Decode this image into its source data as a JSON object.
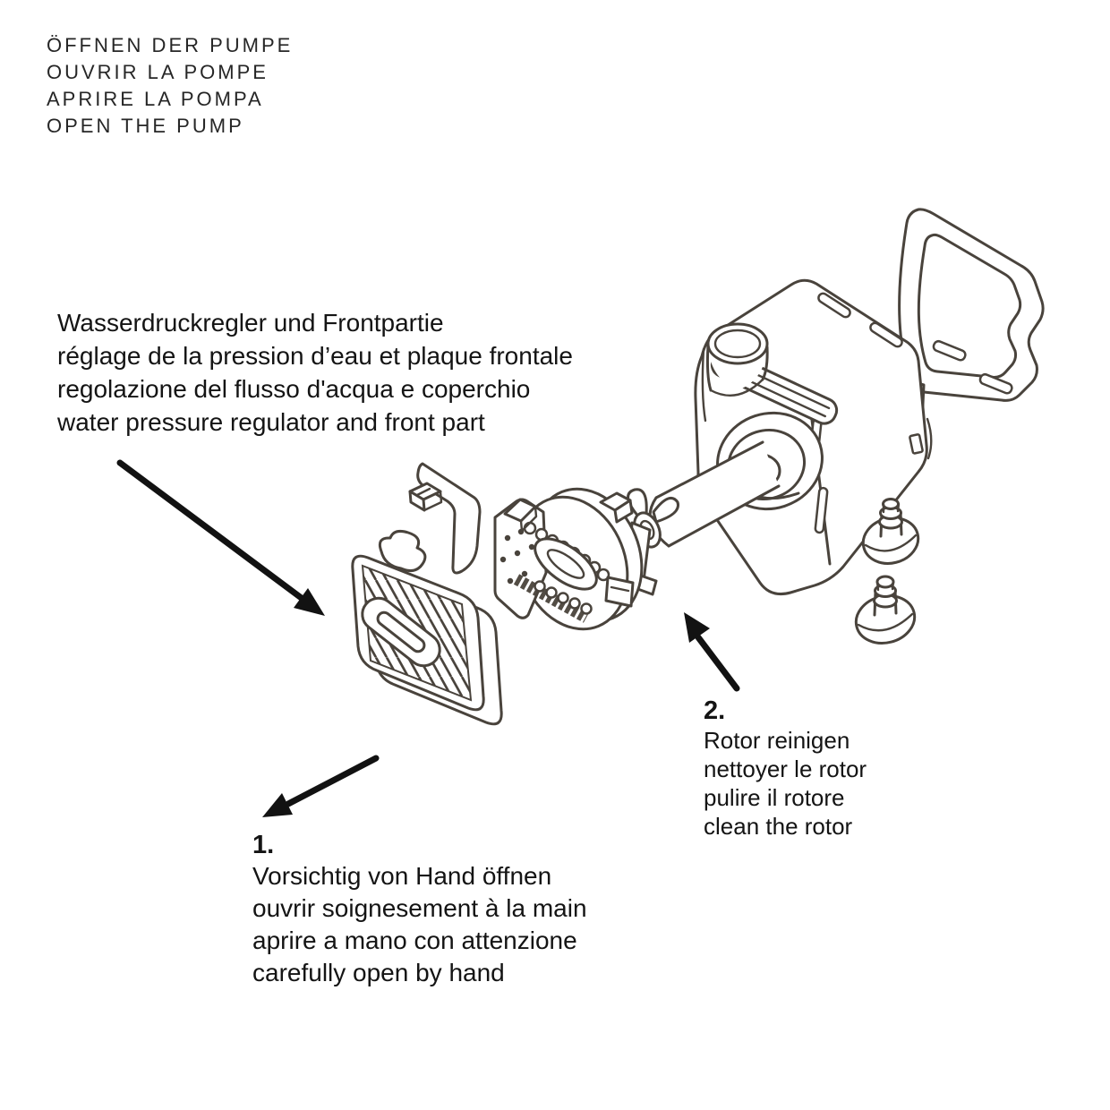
{
  "page": {
    "background": "#ffffff",
    "text_color": "#1b1b1b",
    "drawing_line_color": "#49433c"
  },
  "header": {
    "lines": [
      "ÖFFNEN DER PUMPE",
      "OUVRIR LA POMPE",
      "APRIRE LA POMPA",
      "OPEN THE PUMP"
    ]
  },
  "callouts": {
    "front_part": {
      "lines": [
        "Wasserdruckregler und Frontpartie",
        "réglage de la pression d’eau et plaque frontale",
        "regolazione del flusso d'acqua e coperchio",
        "water pressure regulator and front part"
      ]
    },
    "step1": {
      "number": "1.",
      "lines": [
        "Vorsichtig von Hand öffnen",
        "ouvrir soignesement à la main",
        "aprire a mano con attenzione",
        "carefully open by hand"
      ]
    },
    "step2": {
      "number": "2.",
      "lines": [
        "Rotor reinigen",
        "nettoyer le rotor",
        "pulire il rotore",
        "clean the rotor"
      ]
    }
  },
  "diagram": {
    "parts": [
      "front grille plate",
      "water regulator plate",
      "rotor assembly",
      "rotor shaft with clip",
      "pump body",
      "mounting bracket clip",
      "suction cup",
      "suction cup"
    ]
  }
}
